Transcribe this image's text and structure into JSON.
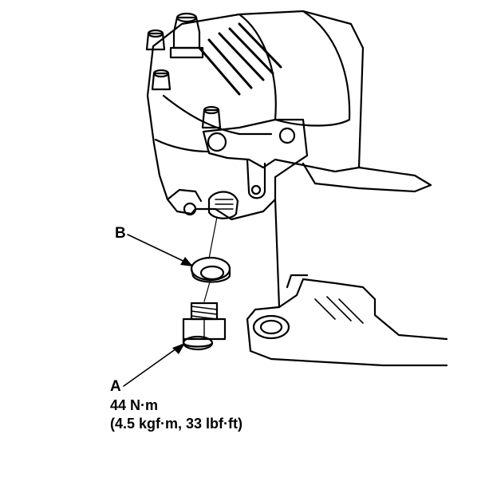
{
  "callouts": {
    "a": "A",
    "b": "B"
  },
  "torque": {
    "nm": "44 N·m",
    "alternate": "(4.5 kgf·m, 33 lbf·ft)"
  },
  "colors": {
    "ink": "#000000",
    "paper": "#ffffff"
  }
}
